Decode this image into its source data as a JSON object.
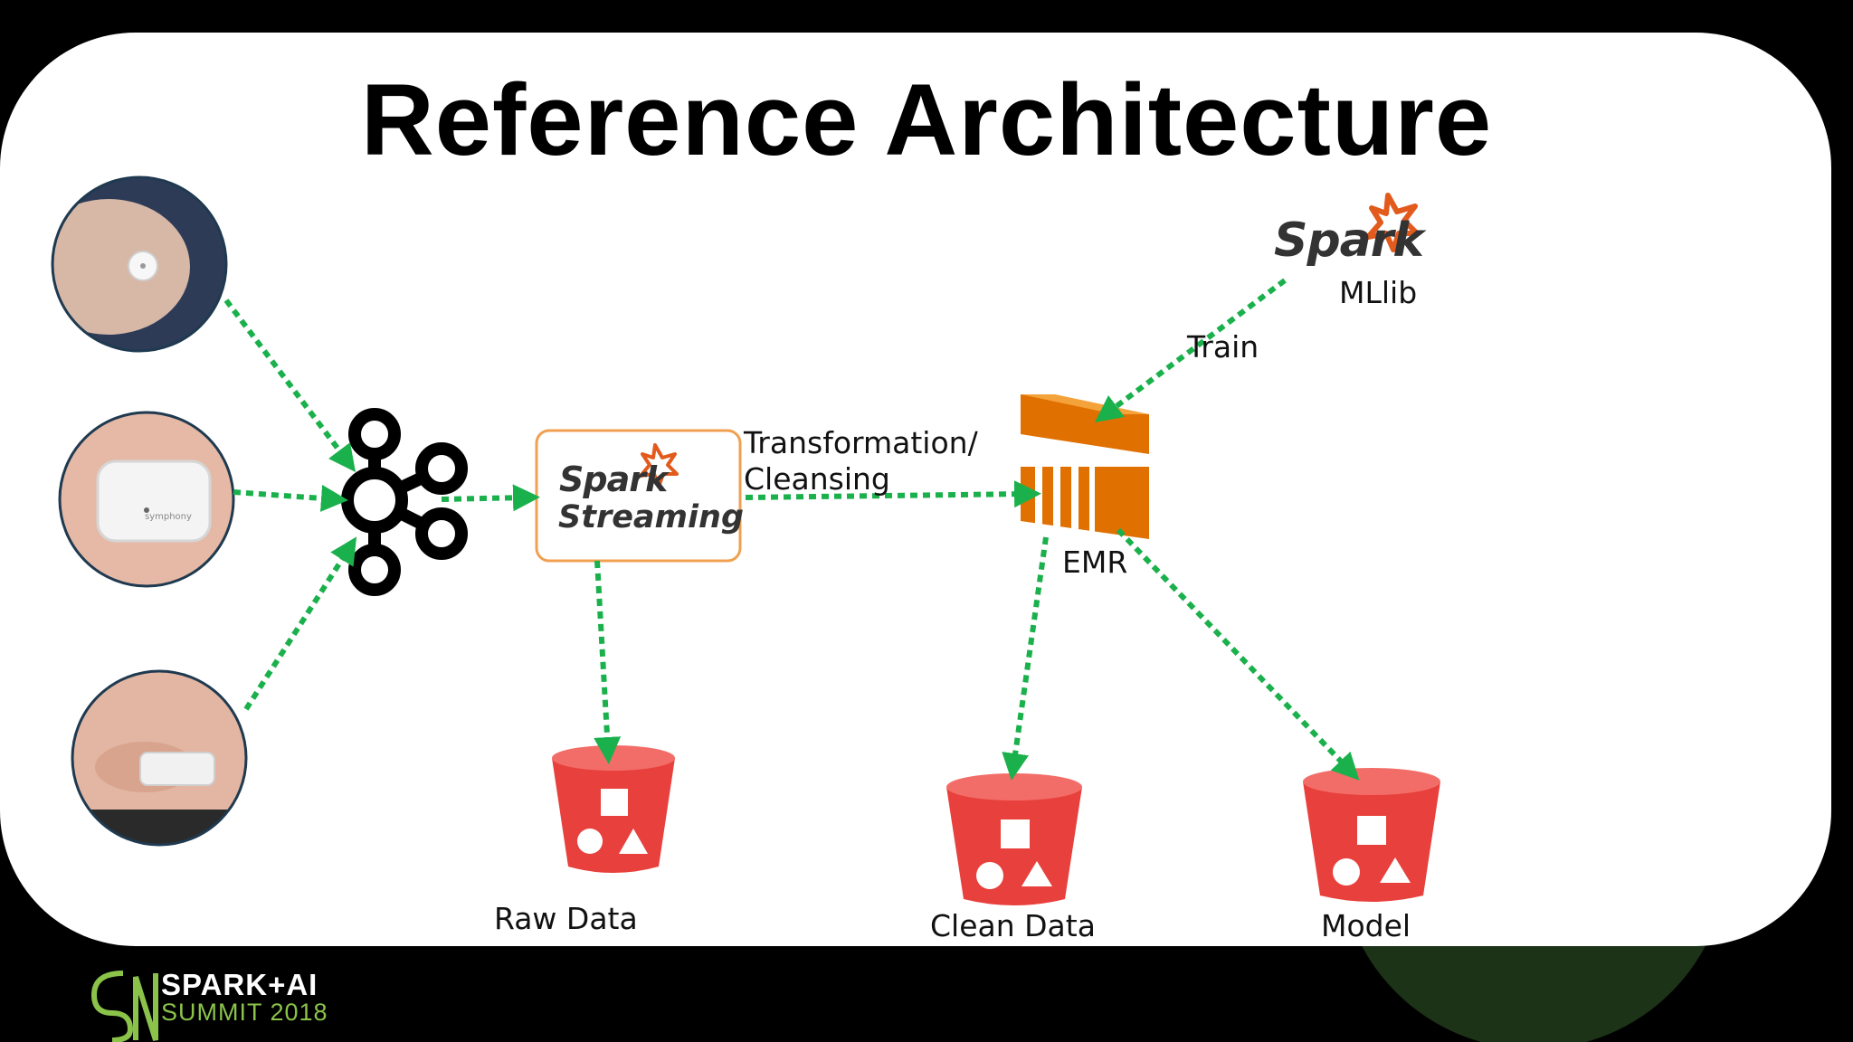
{
  "slide": {
    "title": "Reference Architecture"
  },
  "nodes": {
    "spark_streaming": {
      "spark_text": "Spark",
      "streaming_text": "Streaming"
    },
    "spark_mllib": {
      "spark_text": "Spark",
      "sub_label": "MLlib"
    },
    "emr": {
      "label": "EMR"
    },
    "raw_data": {
      "label": "Raw Data"
    },
    "clean_data": {
      "label": "Clean Data"
    },
    "model": {
      "label": "Model"
    }
  },
  "edges": {
    "transformation_line1": "Transformation/",
    "transformation_line2": "Cleansing",
    "train": "Train"
  },
  "footer": {
    "line1": "SPARK+AI",
    "line2": "SUMMIT 2018"
  },
  "colors": {
    "arrow": "#1ab04c",
    "spark_orange": "#e25a1c",
    "bucket_red": "#e8403c",
    "emr_orange": "#e07000",
    "summit_green": "#8bc34a"
  }
}
